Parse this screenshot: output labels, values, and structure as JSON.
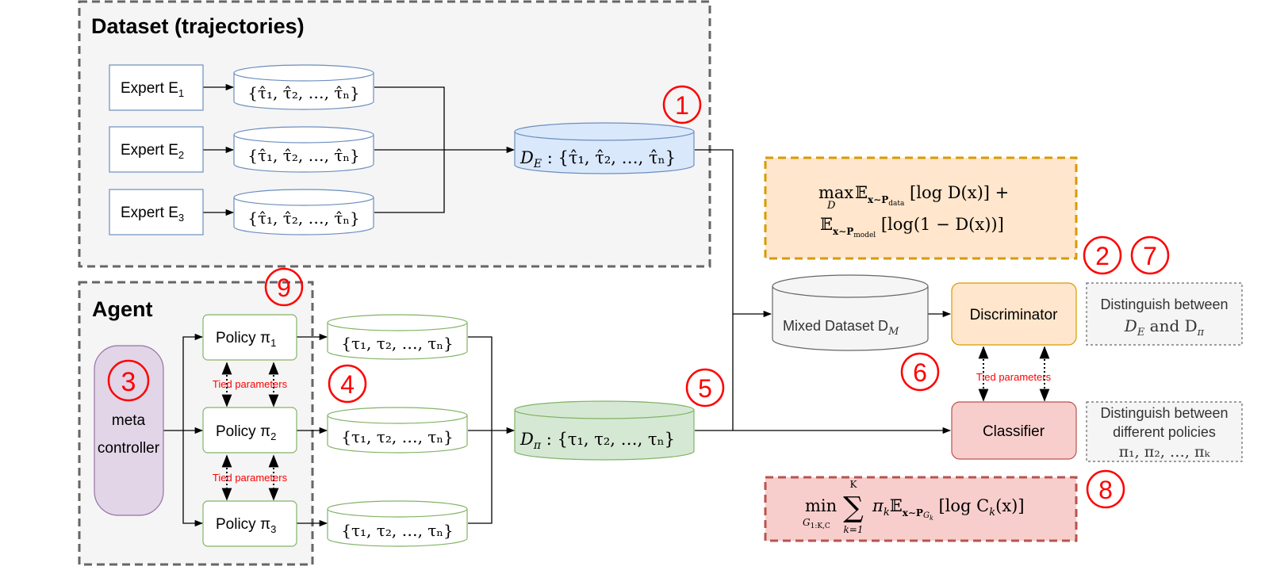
{
  "dataset_group": {
    "title": "Dataset (trajectories)"
  },
  "agent_group": {
    "title": "Agent"
  },
  "experts": [
    {
      "label": "Expert E",
      "sub": "1",
      "trajectories": "{τ̂₁, τ̂₂, …, τ̂ₙ}"
    },
    {
      "label": "Expert E",
      "sub": "2",
      "trajectories": "{τ̂₁, τ̂₂, …, τ̂ₙ}"
    },
    {
      "label": "Expert E",
      "sub": "3",
      "trajectories": "{τ̂₁, τ̂₂, …, τ̂ₙ}"
    }
  ],
  "expert_dataset": {
    "label": "D",
    "sub": "E",
    "rest": " : {τ̂₁, τ̂₂, …, τ̂ₙ}"
  },
  "meta_controller": {
    "line1": "meta",
    "line2": "controller"
  },
  "policies": [
    {
      "label": "Policy π",
      "sub": "1",
      "trajectories": "{τ₁, τ₂, …, τₙ}"
    },
    {
      "label": "Policy π",
      "sub": "2",
      "trajectories": "{τ₁, τ₂, …, τₙ}"
    },
    {
      "label": "Policy π",
      "sub": "3",
      "trajectories": "{τ₁, τ₂, …, τₙ}"
    }
  ],
  "tied_parameters_label": "Tied parameters",
  "policy_dataset": {
    "label": "D",
    "sub": "π",
    "rest": " : {τ₁, τ₂, …, τₙ}"
  },
  "mixed_dataset": {
    "label": "Mixed Dataset D",
    "sub": "M"
  },
  "discriminator": {
    "label": "Discriminator"
  },
  "classifier": {
    "label": "Classifier"
  },
  "discriminator_note": {
    "line1": "Distinguish between",
    "line2a": "D",
    "sub_a": "E",
    "mid": " and D",
    "sub_b": "π"
  },
  "classifier_note": {
    "line1": "Distinguish between",
    "line2": "different policies",
    "line3": "π₁, π₂, …, πₖ"
  },
  "gan_objective": {
    "line1_max": "max",
    "line1_under": "D",
    "line1_rest": "𝔼",
    "line1_sub": "x∼P",
    "line1_subsub": "data",
    "line1_tail": " [log D(x)] +",
    "line2_e": "𝔼",
    "line2_sub": "x∼P",
    "line2_subsub": "model",
    "line2_tail": " [log(1 − D(x))]"
  },
  "classifier_objective": {
    "min": "min",
    "under": "G",
    "under_sub": "1:K,C",
    "sum_top": "K",
    "sum": "∑",
    "sum_bottom": "k=1",
    "rest": "π",
    "rest_sub": "k",
    "e": "𝔼",
    "e_sub": "x∼P",
    "e_subsub": "G",
    "e_subsubsub": "k",
    "tail": " [log C",
    "tail_sub": "k",
    "tail_end": "(x)]"
  },
  "step_markers": [
    "1",
    "2",
    "7",
    "3",
    "4",
    "5",
    "6",
    "8",
    "9"
  ],
  "colors": {
    "group_border": "#666666",
    "group_fill": "#f5f5f5",
    "expert_border": "#6c8ebf",
    "expert_dataset_fill": "#dae8fc",
    "policy_border": "#82b366",
    "policy_dataset_fill": "#d5e8d4",
    "meta_fill": "#e1d5e7",
    "meta_border": "#9673a6",
    "discriminator_fill": "#ffe6cc",
    "discriminator_border": "#d79b00",
    "classifier_fill": "#f8cecc",
    "classifier_border": "#b85450",
    "marker": "#ff0000",
    "tied_text": "#ff0000"
  }
}
